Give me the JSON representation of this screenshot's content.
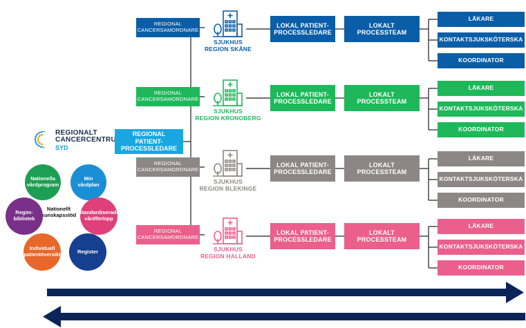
{
  "colors": {
    "skane": "#0a5ea8",
    "kronoberg": "#1eb85a",
    "blekinge": "#8c8785",
    "halland": "#ea5f8b",
    "rpp": "#1aa6e0",
    "navy": "#0b2559",
    "line": "#1a1a1a"
  },
  "logo": {
    "line1": "REGIONALT",
    "line2": "CANCERCENTRUM",
    "line3": "SYD"
  },
  "regional_patient_processledare": "REGIONAL PATIENT-PROCESSLEDARE",
  "regions": [
    {
      "coordinator": "REGIONAL CANCERSAMORDNARE",
      "hospital_line1": "SJUKHUS",
      "hospital_line2": "REGION SKÅNE",
      "lokal_pp": "LOKAL PATIENT-PROCESSLEDARE",
      "lokalt_team": "LOKALT PROCESSTEAM",
      "roles": [
        "LÄKARE",
        "KONTAKTSJUKSKÖTERSKA",
        "KOORDINATOR"
      ]
    },
    {
      "coordinator": "REGIONAL CANCERSAMORDNARE",
      "hospital_line1": "SJUKHUS",
      "hospital_line2": "REGION KRONOBERG",
      "lokal_pp": "LOKAL PATIENT-PROCESSLEDARE",
      "lokalt_team": "LOKALT PROCESSTEAM",
      "roles": [
        "LÄKARE",
        "KONTAKTSJUKSKÖTERSKA",
        "KOORDINATOR"
      ]
    },
    {
      "coordinator": "REGIONAL CANCERSAMORDNARE",
      "hospital_line1": "SJUKHUS",
      "hospital_line2": "REGION BLEKINGE",
      "lokal_pp": "LOKAL PATIENT-PROCESSLEDARE",
      "lokalt_team": "LOKALT PROCESSTEAM",
      "roles": [
        "LÄKARE",
        "KONTAKTSJUKSKÖTERSKA",
        "KOORDINATOR"
      ]
    },
    {
      "coordinator": "REGIONAL CANCERSAMORDNARE",
      "hospital_line1": "SJUKHUS",
      "hospital_line2": "REGION HALLAND",
      "lokal_pp": "LOKAL PATIENT-PROCESSLEDARE",
      "lokalt_team": "LOKALT PROCESSTEAM",
      "roles": [
        "LÄKARE",
        "KONTAKTSJUKSKÖTERSKA",
        "KOORDINATOR"
      ]
    }
  ],
  "kunskapsstod": {
    "center": "Nationellt kunskapsstöd",
    "items": [
      {
        "label": "Nationella vårdprogram",
        "color": "#1e9e54"
      },
      {
        "label": "Min vårdplan",
        "color": "#1a8fd6"
      },
      {
        "label": "Standardiserade vårdförlopp",
        "color": "#e0407a"
      },
      {
        "label": "Register",
        "color": "#173f8f"
      },
      {
        "label": "Individuell patientöversikt",
        "color": "#e8672a"
      },
      {
        "label": "Regim-bibliotek",
        "color": "#7a2f8a"
      }
    ]
  }
}
